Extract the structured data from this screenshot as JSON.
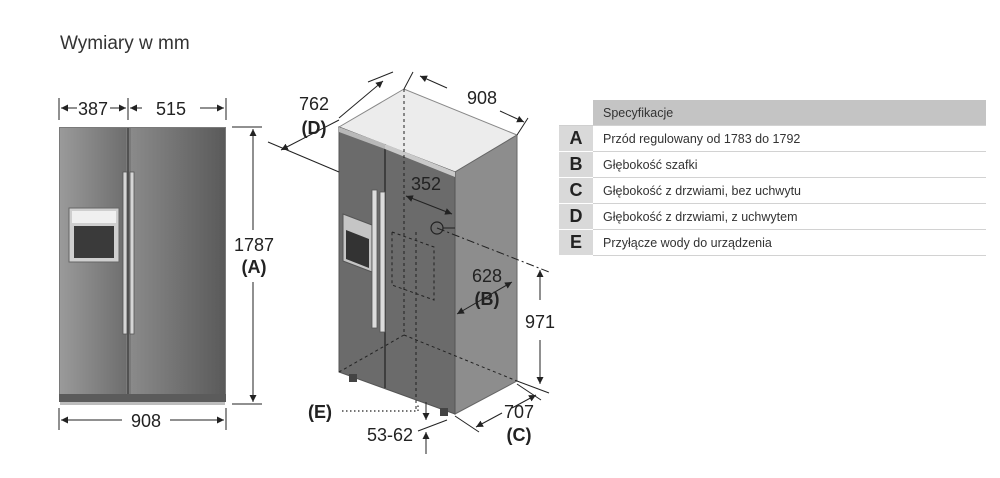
{
  "title": "Wymiary w mm",
  "front_view": {
    "width_left": "387",
    "width_right": "515",
    "total_width": "908",
    "height": "1787",
    "height_ref": "(A)"
  },
  "iso_view": {
    "depth_handle": "762",
    "depth_handle_ref": "(D)",
    "width": "908",
    "water_offset": "352",
    "depth_cabinet": "628",
    "depth_cabinet_ref": "(B)",
    "water_height": "971",
    "water_ref": "(E)",
    "feet": "53-62",
    "depth_doors": "707",
    "depth_doors_ref": "(C)"
  },
  "spec_table": {
    "header": "Specyfikacje",
    "rows": [
      {
        "letter": "A",
        "text": "Przód regulowany od 1783 do 1792"
      },
      {
        "letter": "B",
        "text": "Głębokość szafki"
      },
      {
        "letter": "C",
        "text": "Głębokość z drzwiami, bez uchwytu"
      },
      {
        "letter": "D",
        "text": "Głębokość z drzwiami, z uchwytem"
      },
      {
        "letter": "E",
        "text": "Przyłącze wody do urządzenia"
      }
    ]
  }
}
